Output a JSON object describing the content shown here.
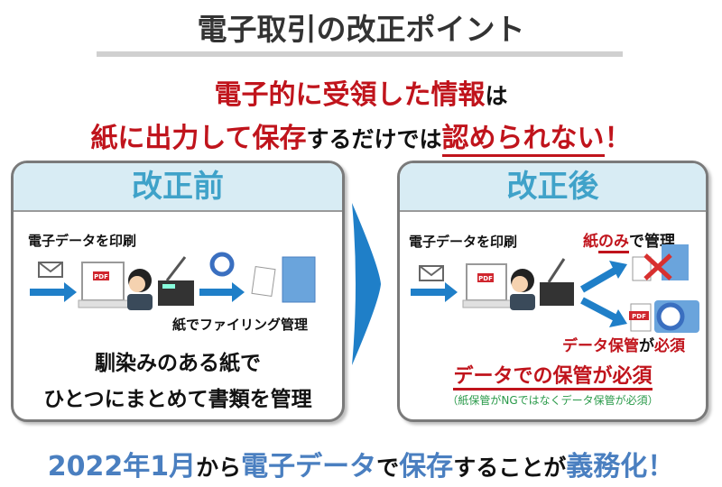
{
  "title": "電子取引の改正ポイント",
  "headline": {
    "line1": [
      {
        "text": "電子的に受領した情報",
        "color": "red"
      },
      {
        "text": "は",
        "color": "black"
      }
    ],
    "line2": [
      {
        "text": "紙に出力して保存",
        "color": "red"
      },
      {
        "text": "するだけでは",
        "color": "black"
      },
      {
        "text": "認められない",
        "color": "red",
        "underline": true
      },
      {
        "text": "！",
        "color": "red"
      }
    ]
  },
  "before": {
    "header": "改正前",
    "print_label": "電子データを印刷",
    "filing_label": "紙でファイリング管理",
    "desc_line1": "馴染みのある紙で",
    "desc_line2": "ひとつにまとめて書類を管理",
    "icons": [
      "envelope-icon",
      "pdf-monitor-icon",
      "person-icon",
      "printer-icon",
      "circle-ok-icon",
      "document-icon",
      "folder-icon"
    ]
  },
  "after": {
    "header": "改正後",
    "print_label": "電子データを印刷",
    "paper_only": {
      "part1": "紙",
      "part2": "のみ",
      "part3": "で管理"
    },
    "pdf_label": "PDF",
    "data_required": {
      "part1": "データ保管",
      "part2": "が",
      "part3": "必須"
    },
    "main": "データでの保管が必須",
    "note": "（紙保管がNGではなくデータ保管が必須）",
    "icons": [
      "envelope-icon",
      "pdf-monitor-icon",
      "person-icon",
      "printer-icon",
      "cross-icon",
      "camera-icon",
      "folder-icon"
    ]
  },
  "pdf_label": "PDF",
  "bottom": [
    {
      "text": "2022年1月",
      "color": "blue"
    },
    {
      "text": "から",
      "color": "black"
    },
    {
      "text": "電子データ",
      "color": "blue"
    },
    {
      "text": "で",
      "color": "black"
    },
    {
      "text": "保存",
      "color": "blue"
    },
    {
      "text": "することが",
      "color": "black"
    },
    {
      "text": "義務化！",
      "color": "blue"
    }
  ],
  "colors": {
    "red": "#c0141c",
    "blue": "#4a7fc0",
    "header_bg": "#d8ecf4",
    "header_text": "#3fa2c9",
    "arrow": "#1f7fc8",
    "note_green": "#2a9a4a"
  }
}
